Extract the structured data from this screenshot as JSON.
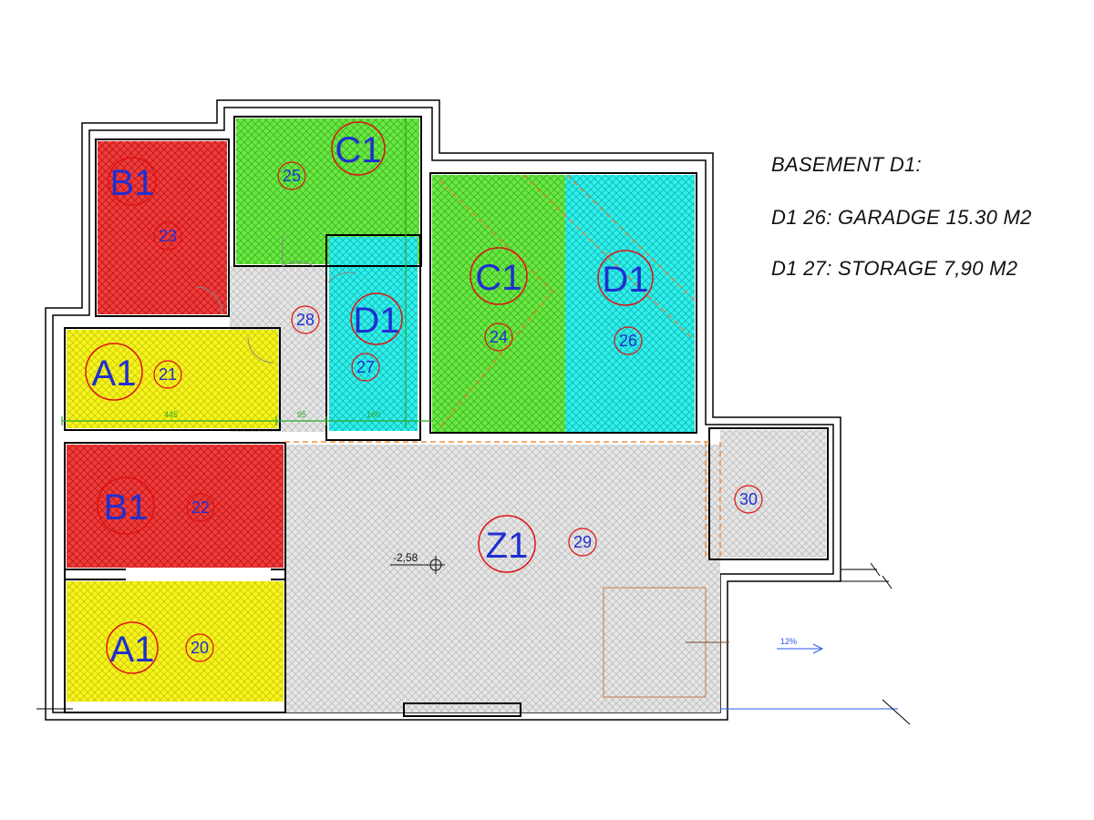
{
  "legend": {
    "title": "BASEMENT D1:",
    "line1": "D1 26: GARADGE 15.30 M2",
    "line2": "D1 27: STORAGE 7,90 M2"
  },
  "colors": {
    "A1": "#f7f51c",
    "B1": "#f23b3b",
    "C1": "#6be845",
    "D1": "#2ff0ec",
    "Z1": "#cfcfcf",
    "label_blue": "#1f2fd0",
    "circle_red": "#e01010"
  },
  "rooms": [
    {
      "code": "B1",
      "number": "23"
    },
    {
      "code": "C1",
      "number": "25"
    },
    {
      "code": "C1",
      "number": "24"
    },
    {
      "code": "D1",
      "number": "26"
    },
    {
      "code": "D1",
      "number": "27"
    },
    {
      "code": "",
      "number": "28"
    },
    {
      "code": "A1",
      "number": "21"
    },
    {
      "code": "B1",
      "number": "22"
    },
    {
      "code": "A1",
      "number": "20"
    },
    {
      "code": "Z1",
      "number": "29"
    },
    {
      "code": "",
      "number": "30"
    }
  ],
  "dimensions": {
    "d1": "445",
    "d2": "95",
    "d3": "160"
  },
  "level_mark": "-2,58",
  "slope": "12%"
}
